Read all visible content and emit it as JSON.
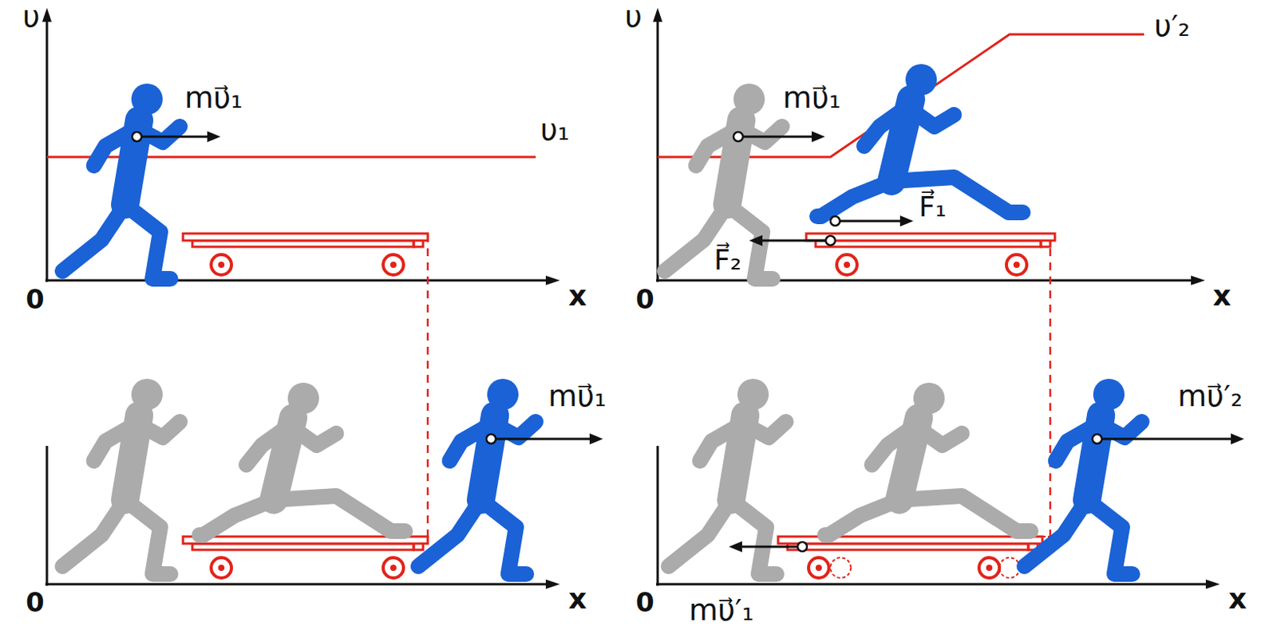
{
  "diagram": {
    "labels": [
      "υ",
      "mυ⃗₁",
      "υ₁",
      "0",
      "x",
      "υ",
      "mυ⃗₁",
      "υ′₂",
      "F⃗₁",
      "F⃗₂",
      "0",
      "x",
      "0",
      "x",
      "mυ⃗₁",
      "mυ⃗′₂",
      "0",
      "mυ⃗′₁",
      "x"
    ]
  }
}
